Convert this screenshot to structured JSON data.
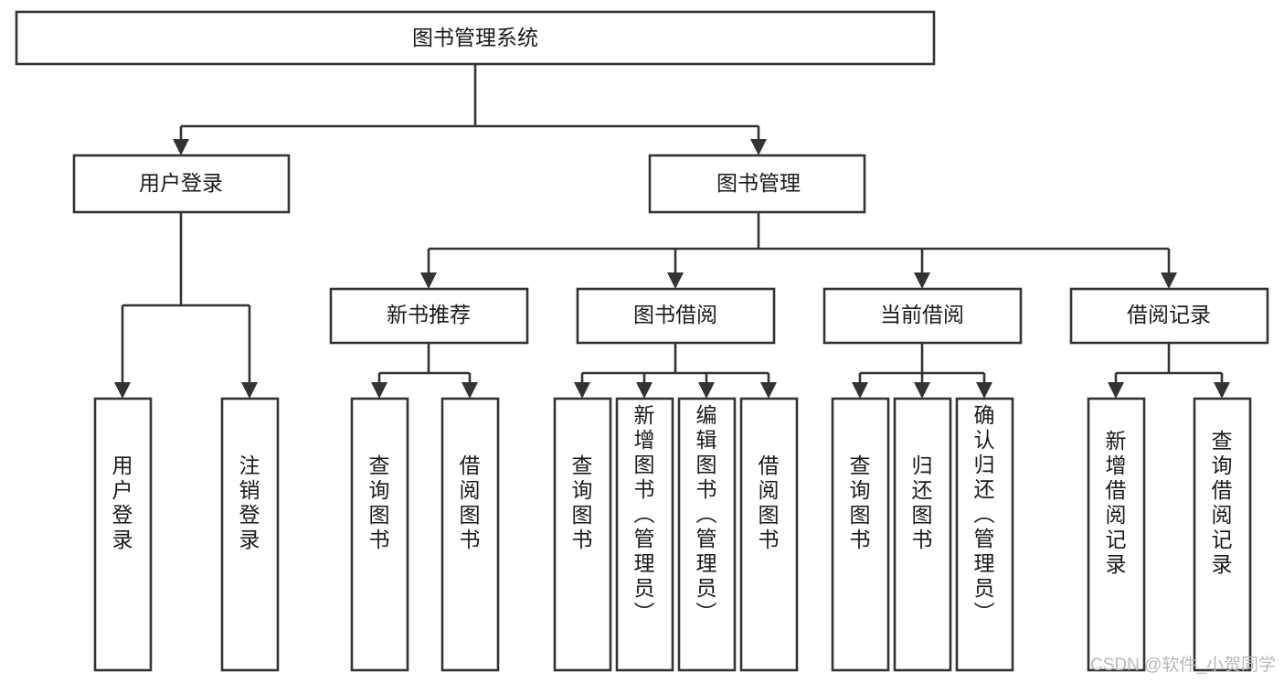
{
  "diagram": {
    "type": "tree",
    "title": "图书管理系统",
    "root": {
      "id": "root",
      "label": "图书管理系统"
    },
    "level2": [
      {
        "id": "user-login",
        "label": "用户登录"
      },
      {
        "id": "book-manage",
        "label": "图书管理"
      }
    ],
    "level3": [
      {
        "id": "new-book-recommend",
        "label": "新书推荐",
        "parent": "book-manage"
      },
      {
        "id": "book-borrow",
        "label": "图书借阅",
        "parent": "book-manage"
      },
      {
        "id": "current-borrow",
        "label": "当前借阅",
        "parent": "book-manage"
      },
      {
        "id": "borrow-record",
        "label": "借阅记录",
        "parent": "book-manage"
      }
    ],
    "leaves": [
      {
        "id": "leaf-user-login",
        "label": "用户登录",
        "parent": "user-login"
      },
      {
        "id": "leaf-logout-login",
        "label": "注销登录",
        "parent": "user-login"
      },
      {
        "id": "leaf-query-book-1",
        "label": "查询图书",
        "parent": "new-book-recommend"
      },
      {
        "id": "leaf-borrow-book-1",
        "label": "借阅图书",
        "parent": "new-book-recommend"
      },
      {
        "id": "leaf-query-book-2",
        "label": "查询图书",
        "parent": "book-borrow"
      },
      {
        "id": "leaf-add-book",
        "label": "新增图书（管理员）",
        "parent": "book-borrow"
      },
      {
        "id": "leaf-edit-book",
        "label": "编辑图书（管理员）",
        "parent": "book-borrow"
      },
      {
        "id": "leaf-borrow-book-2",
        "label": "借阅图书",
        "parent": "book-borrow"
      },
      {
        "id": "leaf-query-book-3",
        "label": "查询图书",
        "parent": "current-borrow"
      },
      {
        "id": "leaf-return-book",
        "label": "归还图书",
        "parent": "current-borrow"
      },
      {
        "id": "leaf-confirm-return",
        "label": "确认归还（管理员）",
        "parent": "current-borrow"
      },
      {
        "id": "leaf-add-record",
        "label": "新增借阅记录",
        "parent": "borrow-record"
      },
      {
        "id": "leaf-query-record",
        "label": "查询借阅记录",
        "parent": "borrow-record"
      }
    ],
    "colors": {
      "box_stroke": "#333333",
      "box_fill": "#ffffff",
      "text": "#1a1a1a",
      "watermark": "#b9b9b9",
      "background": "#ffffff"
    }
  },
  "watermark": {
    "text": "CSDN @软件_小贺同学"
  }
}
